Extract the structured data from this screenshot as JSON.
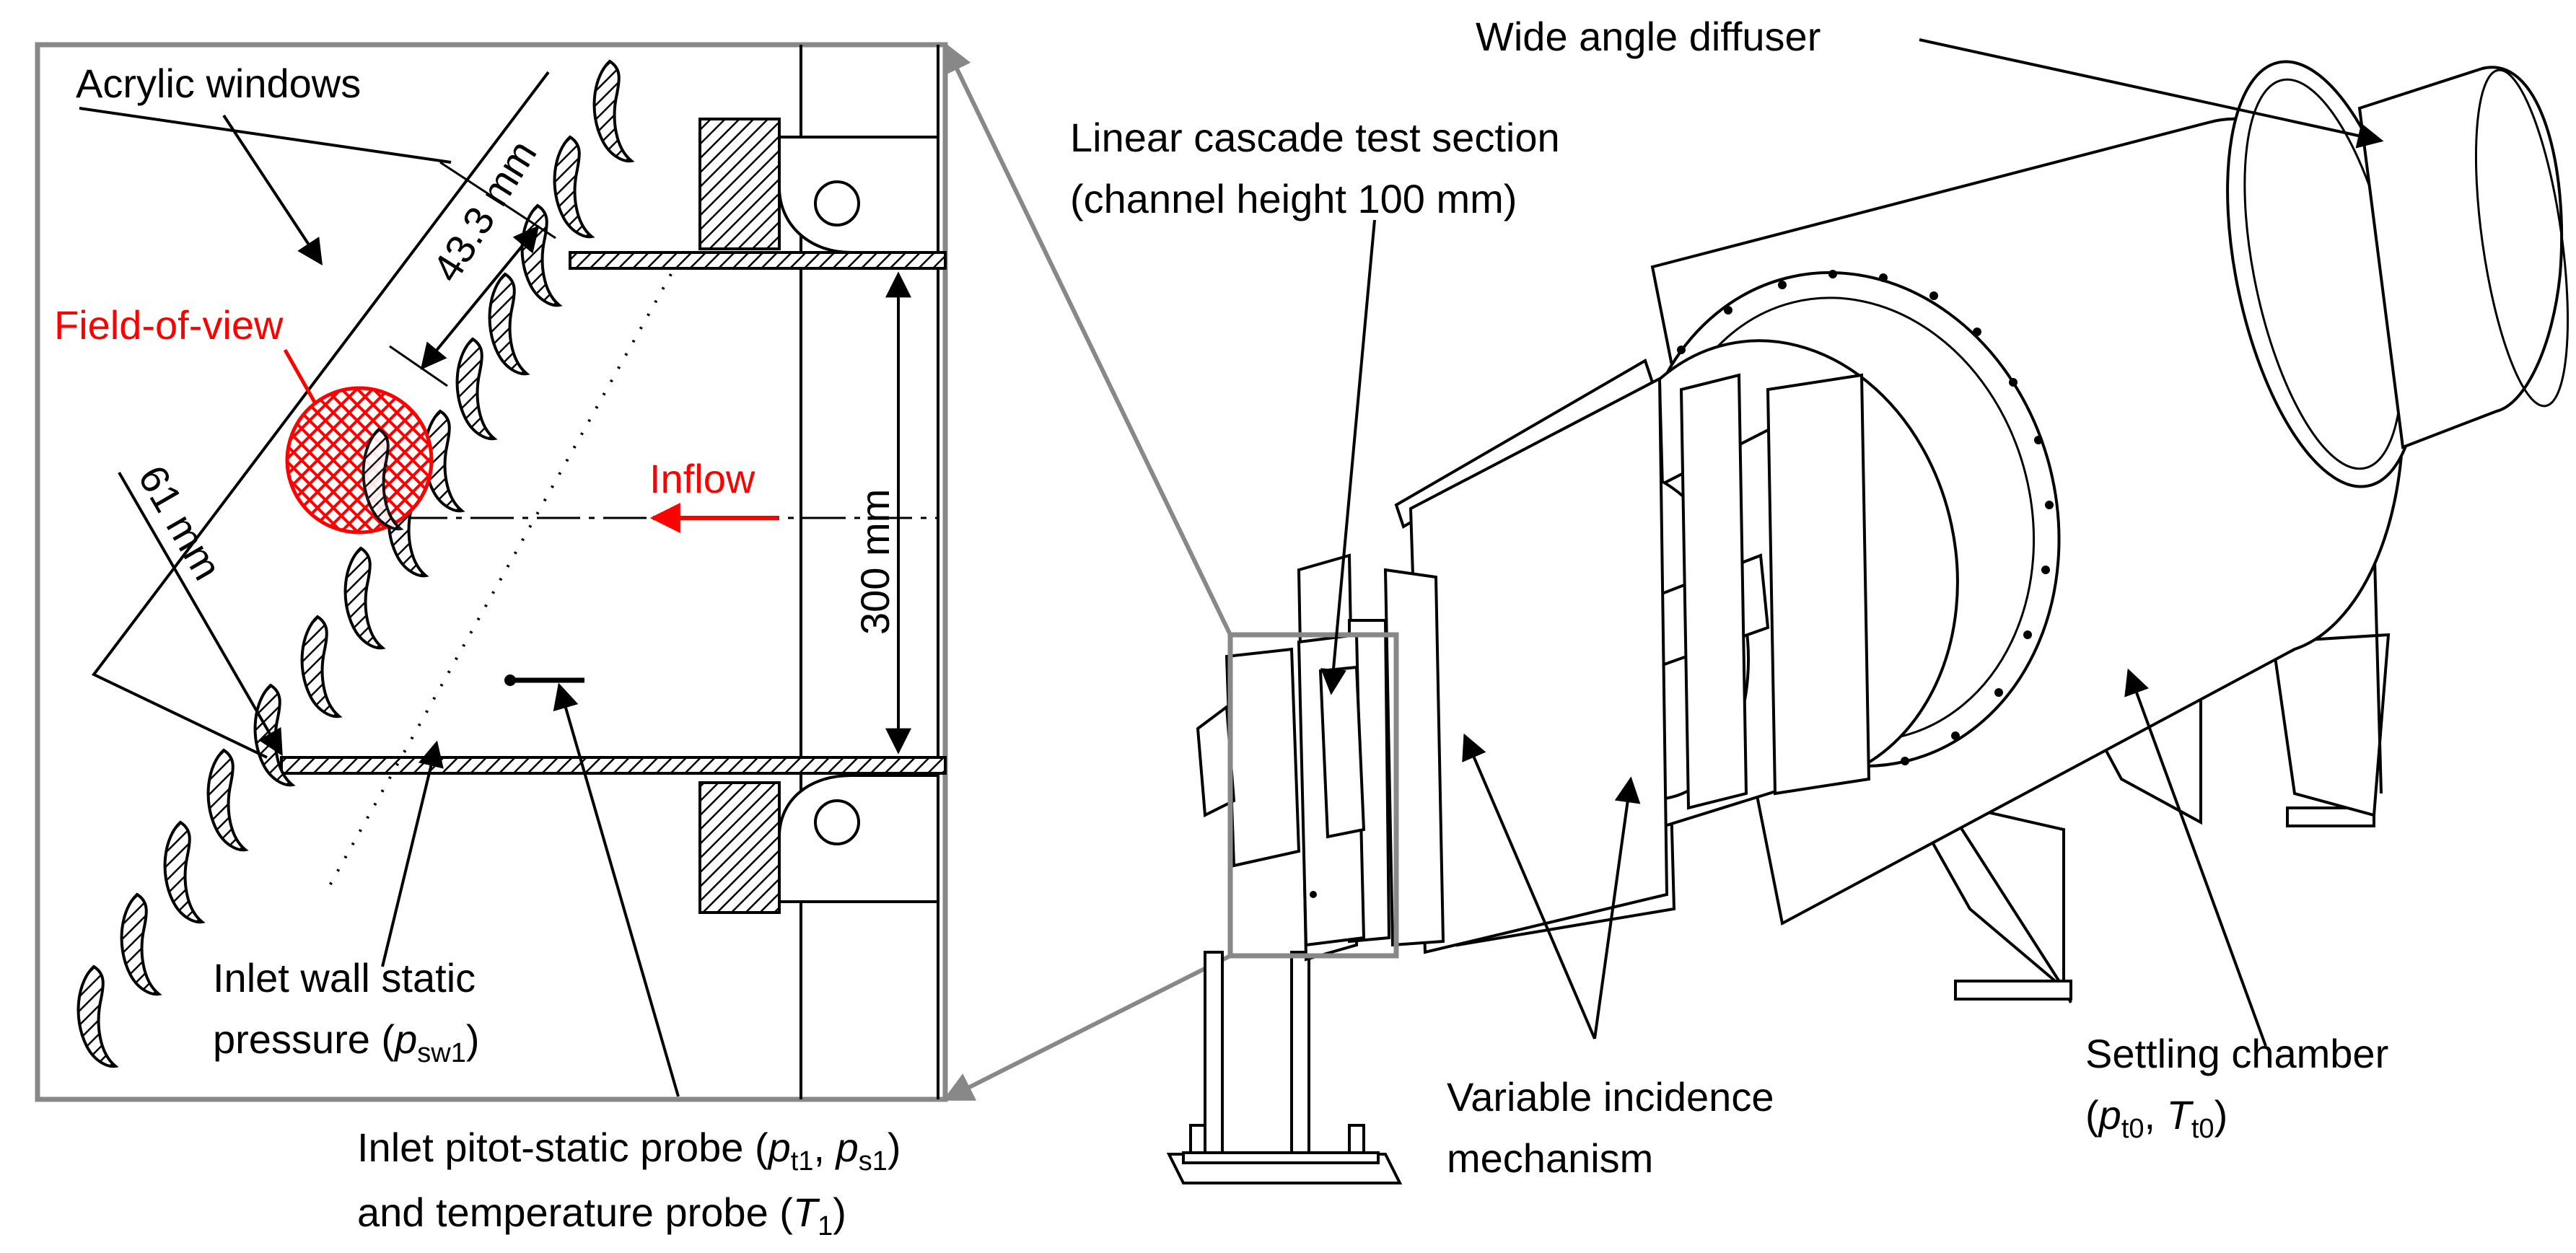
{
  "labels": {
    "acrylic_windows": "Acrylic windows",
    "dim_43_3": "43.3 mm",
    "field_of_view": "Field-of-view",
    "dim_61": "61 mm",
    "inflow": "Inflow",
    "dim_300": "300 mm",
    "wall_static_line1": "Inlet wall static",
    "wall_static_line2_pre": "pressure (",
    "wall_static_p": "p",
    "wall_static_sub": "sw1",
    "wall_static_post": ")",
    "probe_line1_pre": "Inlet pitot-static probe (",
    "probe_p1": "p",
    "probe_sub1": "t1",
    "probe_mid": ", ",
    "probe_p2": "p",
    "probe_sub2": "s1",
    "probe_post": ")",
    "probe_line2_pre": "and temperature probe (",
    "probe_T": "T",
    "probe_sub3": "1",
    "probe_line2_post": ")",
    "wide_angle_diffuser": "Wide angle diffuser",
    "cascade_line1": "Linear cascade test section",
    "cascade_line2": "(channel height 100 mm)",
    "vim_line1": "Variable incidence",
    "vim_line2": "mechanism",
    "settling_line1": "Settling chamber",
    "settling_pre": "(",
    "settling_p": "p",
    "settling_sub1": "t0",
    "settling_mid": ", ",
    "settling_T": "T",
    "settling_sub2": "t0",
    "settling_post": ")"
  },
  "colors": {
    "accent_red": "#ff0000",
    "frame_gray": "#888888",
    "ink": "#000000"
  }
}
